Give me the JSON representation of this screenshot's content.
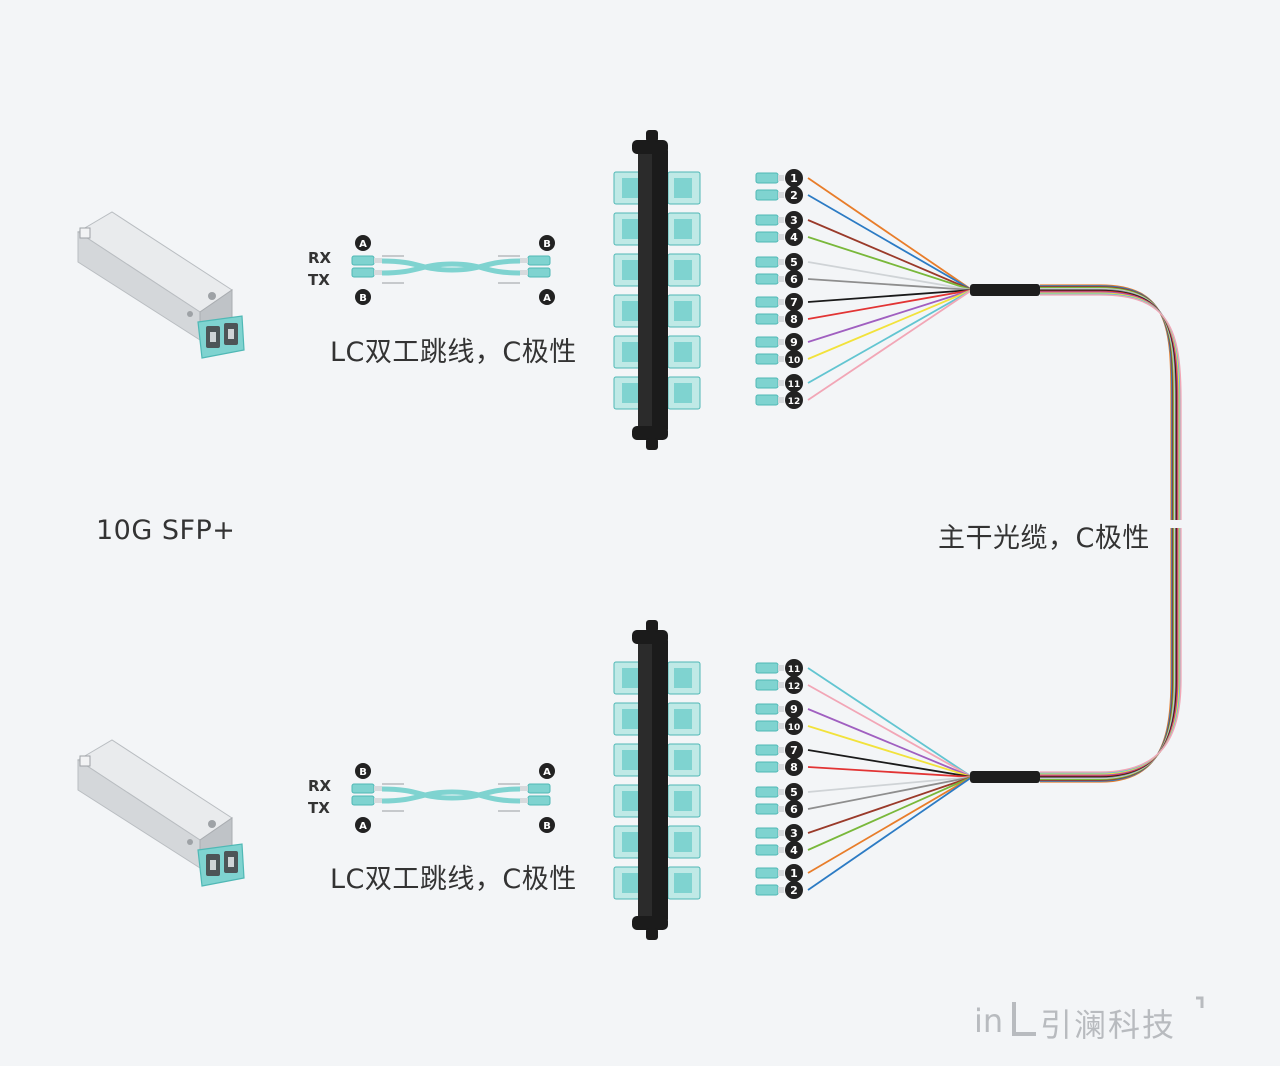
{
  "colors": {
    "aqua": "#7fd3d0",
    "aqua_dark": "#4fb8b5",
    "frame": "#1b1b1b",
    "module_silver": "#d4d7da",
    "text": "#333333",
    "logo_gray": "#b8bbbf"
  },
  "labels": {
    "transceiver": "10G SFP+",
    "patch_cord_top": "LC双工跳线，C极性",
    "patch_cord_bottom": "LC双工跳线，C极性",
    "trunk": "主干光缆，C极性",
    "rx_top": "RX",
    "tx_top": "TX",
    "rx_bottom": "RX",
    "tx_bottom": "TX"
  },
  "markers": {
    "top": {
      "left_upper": "A",
      "left_lower": "B",
      "right_upper": "B",
      "right_lower": "A"
    },
    "bottom": {
      "left_upper": "B",
      "left_lower": "A",
      "right_upper": "A",
      "right_lower": "B"
    }
  },
  "top_fanout": [
    {
      "port": "1",
      "color": "#e87d2a"
    },
    {
      "port": "2",
      "color": "#2c7bc4"
    },
    {
      "port": "3",
      "color": "#9a3a2a"
    },
    {
      "port": "4",
      "color": "#79b83a"
    },
    {
      "port": "5",
      "color": "#cfd3d6"
    },
    {
      "port": "6",
      "color": "#8e8e8e"
    },
    {
      "port": "7",
      "color": "#1a1a1a"
    },
    {
      "port": "8",
      "color": "#e23434"
    },
    {
      "port": "9",
      "color": "#a05fc0"
    },
    {
      "port": "10",
      "color": "#f2e23b"
    },
    {
      "port": "11",
      "color": "#62c5d1"
    },
    {
      "port": "12",
      "color": "#f2a6b6"
    }
  ],
  "bottom_fanout": [
    {
      "port": "11",
      "color": "#62c5d1"
    },
    {
      "port": "12",
      "color": "#f2a6b6"
    },
    {
      "port": "9",
      "color": "#a05fc0"
    },
    {
      "port": "10",
      "color": "#f2e23b"
    },
    {
      "port": "7",
      "color": "#1a1a1a"
    },
    {
      "port": "8",
      "color": "#e23434"
    },
    {
      "port": "5",
      "color": "#cfd3d6"
    },
    {
      "port": "6",
      "color": "#8e8e8e"
    },
    {
      "port": "3",
      "color": "#9a3a2a"
    },
    {
      "port": "4",
      "color": "#79b83a"
    },
    {
      "port": "1",
      "color": "#e87d2a"
    },
    {
      "port": "2",
      "color": "#2c7bc4"
    }
  ],
  "logo": {
    "text": "引澜科技",
    "brand": "in"
  }
}
